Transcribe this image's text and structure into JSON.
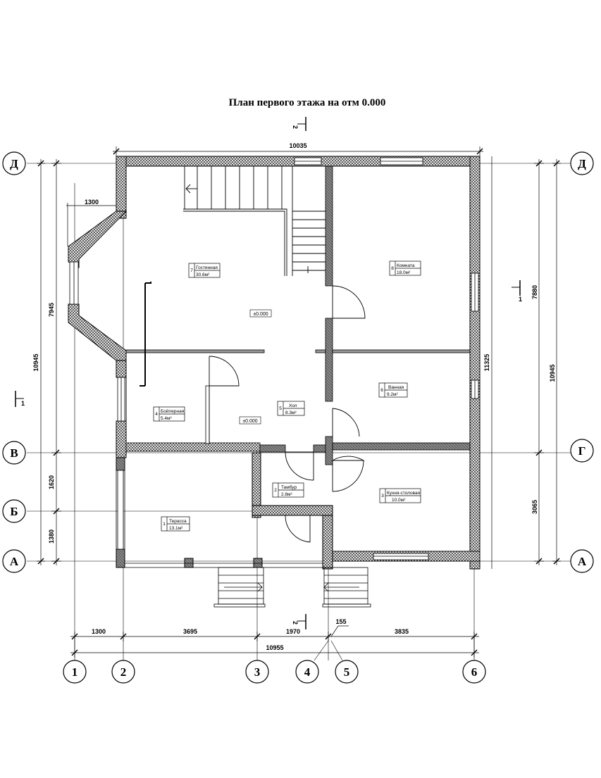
{
  "title": "План первого этажа на отм 0.000",
  "dimensions": {
    "top_total": "10035",
    "bottom_1": "1300",
    "bottom_2": "3695",
    "bottom_3": "1970",
    "bottom_4": "155",
    "bottom_5": "3835",
    "bottom_total": "10955",
    "bay_width": "1300",
    "left_1": "7945",
    "left_2": "1620",
    "left_3": "1380",
    "left_total": "10945",
    "right_1": "7880",
    "right_2": "3065",
    "right_inner": "11325",
    "right_total": "10945"
  },
  "axes": {
    "letters_left": [
      "Д",
      "В",
      "Б",
      "А"
    ],
    "letters_right": [
      "Д",
      "Г",
      "А"
    ],
    "numbers": [
      "1",
      "2",
      "3",
      "4",
      "5",
      "6"
    ]
  },
  "rooms": [
    {
      "num": "7",
      "name": "Гостинная",
      "area": "30.6м²"
    },
    {
      "num": "8",
      "name": "Комната",
      "area": "18.0м²"
    },
    {
      "num": "4",
      "name": "Бойлерная",
      "area": "5.4м²"
    },
    {
      "num": "5",
      "name": "Хол",
      "area": "8.3м²"
    },
    {
      "num": "6",
      "name": "Ванная",
      "area": "9.2м²"
    },
    {
      "num": "2",
      "name": "Тамбур",
      "area": "2.8м²"
    },
    {
      "num": "1",
      "name": "Терасса",
      "area": "13.1м²"
    },
    {
      "num": "3",
      "name": "Кухня-столовая",
      "area": "10.0м²"
    }
  ],
  "levels": [
    "±0.000",
    "±0.000"
  ],
  "sections": {
    "top": "2",
    "bottom": "2",
    "left": "1",
    "right": "1"
  }
}
